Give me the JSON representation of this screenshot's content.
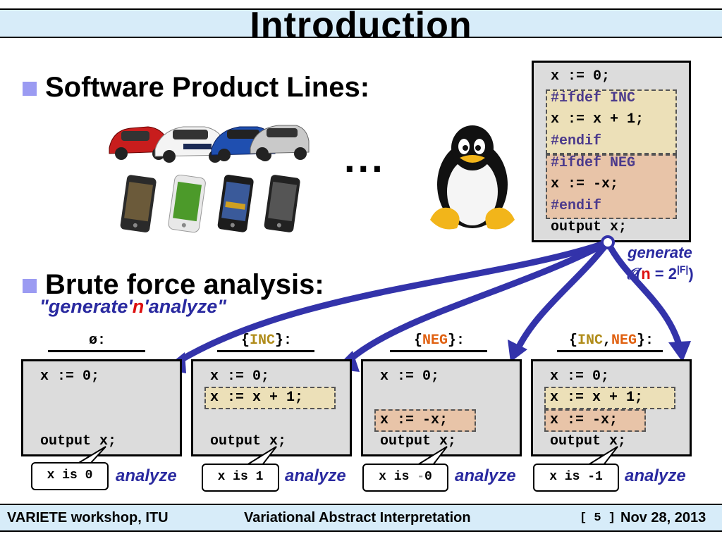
{
  "title": "Introduction",
  "bullets": {
    "spl": "Software Product Lines:",
    "brute": "Brute force analysis:"
  },
  "ellipsis": "...",
  "subtitle": {
    "part1": "\"generate'",
    "n": "n",
    "part2": "'analyze\""
  },
  "main_code": {
    "lines": [
      "x := 0;",
      "#ifdef INC",
      "x := x + 1;",
      "#endif",
      "#ifdef NEG",
      "x := -x;",
      "#endif",
      "output x;"
    ]
  },
  "generate": {
    "label": "generate",
    "complexity_O": "𝒪(",
    "complexity_n": "n",
    "complexity_eq": " = 2",
    "complexity_exp": "|F|",
    "complexity_close": ")"
  },
  "subsets": [
    {
      "open": "",
      "a": "ø",
      "sep": "",
      "b": "",
      "close": ":"
    },
    {
      "open": "{",
      "a": "INC",
      "sep": "",
      "b": "",
      "close": "}:"
    },
    {
      "open": "{",
      "a": "",
      "sep": "",
      "b": "NEG",
      "close": "}:"
    },
    {
      "open": "{",
      "a": "INC",
      "sep": ",",
      "b": "NEG",
      "close": "}:"
    }
  ],
  "variants": [
    {
      "l1": "x := 0;",
      "l2": "",
      "l3": "",
      "l4": "output x;"
    },
    {
      "l1": "x := 0;",
      "l2": "x := x + 1;",
      "l3": "",
      "l4": "output x;"
    },
    {
      "l1": "x := 0;",
      "l2": "",
      "l3": "x := -x;",
      "l4": "output x;"
    },
    {
      "l1": "x := 0;",
      "l2": "x := x + 1;",
      "l3": "x := -x;",
      "l4": "output x;"
    }
  ],
  "results": [
    {
      "prefix": "x is ",
      "minus": "",
      "value": "0"
    },
    {
      "prefix": "x is ",
      "minus": "",
      "value": "1"
    },
    {
      "prefix": "x is ",
      "minus": "-",
      "value": "0"
    },
    {
      "prefix": "x is ",
      "minus": "",
      "value": "-1"
    }
  ],
  "analyze_label": "analyze",
  "footer": {
    "left": "VARIETE workshop, ITU",
    "center": "Variational Abstract Interpretation",
    "page": "[ 5 ]",
    "date": "Nov 28, 2013"
  },
  "colors": {
    "inc": "#b08c1a",
    "neg": "#e06010",
    "inc_fill": "#ece0b8",
    "neg_fill": "#e8c4a8",
    "arrow": "#3333aa",
    "n_red": "#dd1010"
  }
}
